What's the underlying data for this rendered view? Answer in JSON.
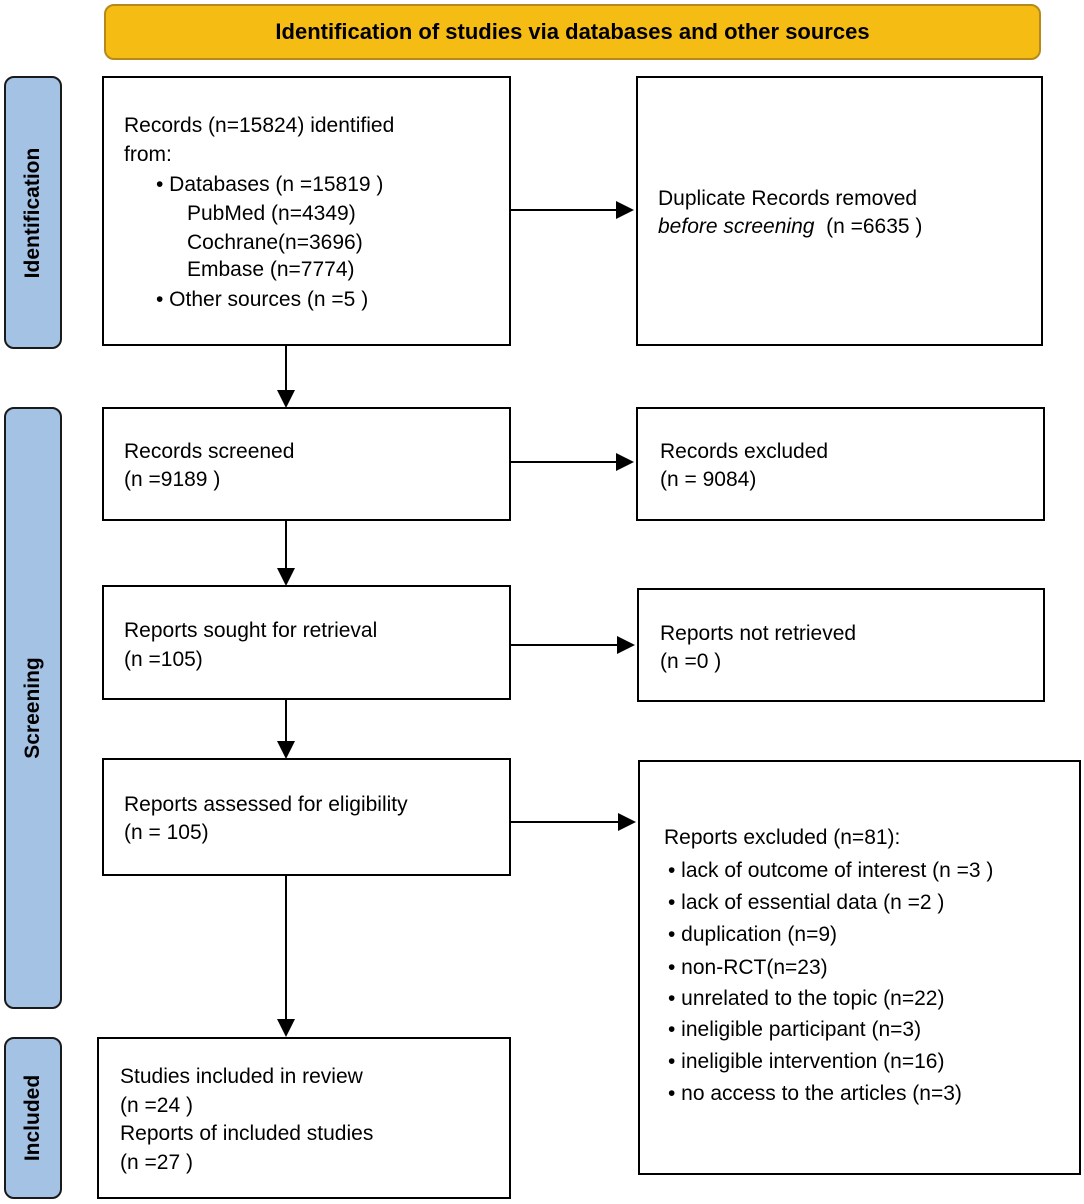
{
  "header": "Identification of studies via databases and other sources",
  "phases": {
    "identification": "Identification",
    "screening": "Screening",
    "included": "Included"
  },
  "identification_box": {
    "line1": "Records (n=15824) identified",
    "line2": "from:",
    "databases": "• Databases (n =15819 )",
    "pubmed": "PubMed (n=4349)",
    "cochrane": "Cochrane(n=3696)",
    "embase": "Embase (n=7774)",
    "other": "• Other sources (n =5 )"
  },
  "duplicates_box": {
    "line1": "Duplicate Records removed",
    "line2_italic": "before screening",
    "line2_rest": "  (n =6635 )"
  },
  "screened_box": {
    "line1": "Records screened",
    "line2": "(n =9189 )"
  },
  "excluded_box": {
    "line1": "Records excluded",
    "line2": "(n = 9084)"
  },
  "sought_box": {
    "line1": "Reports sought for retrieval",
    "line2": "(n =105)"
  },
  "not_retrieved_box": {
    "line1": "Reports not retrieved",
    "line2": "(n =0 )"
  },
  "assessed_box": {
    "line1": "Reports assessed for eligibility",
    "line2": "(n = 105)"
  },
  "reports_excluded_box": {
    "title": "Reports excluded (n=81):",
    "items": [
      "• lack of outcome of interest (n =3 )",
      "• lack of essential data (n =2 )",
      "• duplication (n=9)",
      "• non-RCT(n=23)",
      "• unrelated to the topic (n=22)",
      "• ineligible participant (n=3)",
      "• ineligible intervention (n=16)",
      "• no access to the articles (n=3)"
    ]
  },
  "included_box": {
    "line1": "Studies included in review",
    "line2": "(n =24 )",
    "line3": "Reports of included studies",
    "line4": "(n =27 )"
  }
}
